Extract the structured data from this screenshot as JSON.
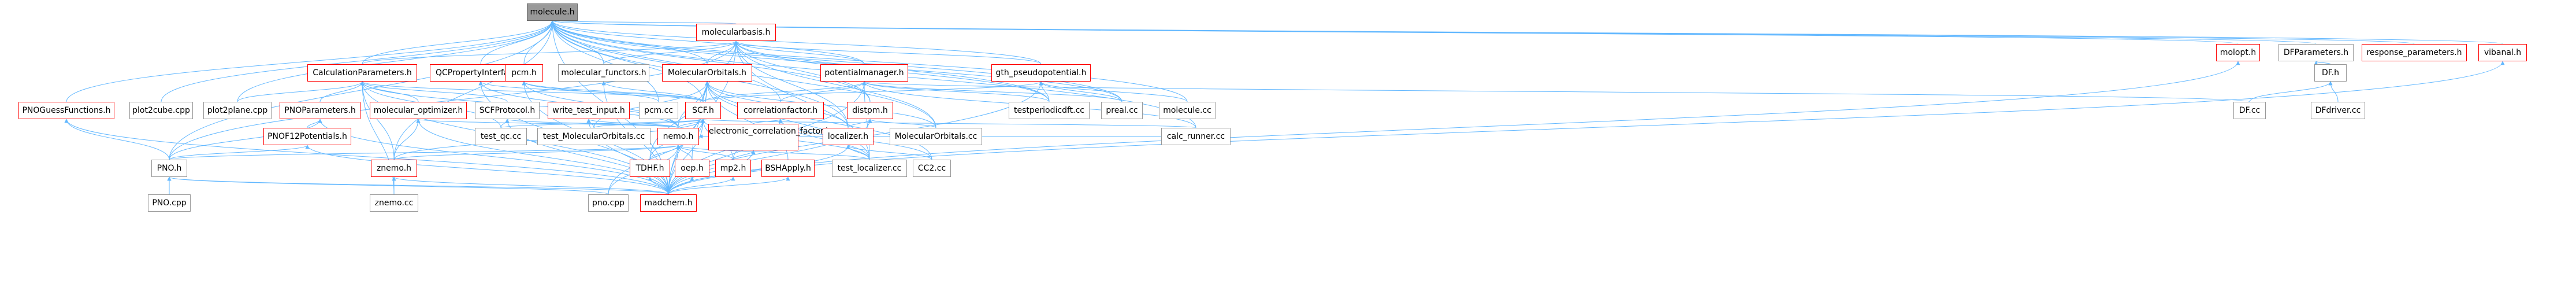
{
  "root": "molecule.h",
  "colors": {
    "edge": "#63B8FF",
    "root_fill": "#999999",
    "red_border": "#ff0000",
    "grey_border": "#999999"
  },
  "nodes": [
    {
      "id": "molecule_h",
      "label": "molecule.h",
      "style": "root"
    },
    {
      "id": "molecularbasis_h",
      "label": "molecularbasis.h",
      "style": "red"
    },
    {
      "id": "molopt_h",
      "label": "molopt.h",
      "style": "red"
    },
    {
      "id": "DFParameters_h",
      "label": "DFParameters.h",
      "style": "grey"
    },
    {
      "id": "response_parameters_h",
      "label": "response_parameters.h",
      "style": "red"
    },
    {
      "id": "vibanal_h",
      "label": "vibanal.h",
      "style": "red"
    },
    {
      "id": "CalculationParameters_h",
      "label": "CalculationParameters.h",
      "style": "red"
    },
    {
      "id": "QCPropertyInterface_h",
      "label": "QCPropertyInterface.h",
      "style": "red"
    },
    {
      "id": "pcm_h",
      "label": "pcm.h",
      "style": "red"
    },
    {
      "id": "molecular_functors_h",
      "label": "molecular_functors.h",
      "style": "grey"
    },
    {
      "id": "MolecularOrbitals_h",
      "label": "MolecularOrbitals.h",
      "style": "red"
    },
    {
      "id": "potentialmanager_h",
      "label": "potentialmanager.h",
      "style": "red"
    },
    {
      "id": "gth_pseudopotential_h",
      "label": "gth_pseudopotential.h",
      "style": "red"
    },
    {
      "id": "DF_h",
      "label": "DF.h",
      "style": "grey"
    },
    {
      "id": "PNOGuessFunctions_h",
      "label": "PNOGuessFunctions.h",
      "style": "red"
    },
    {
      "id": "plot2cube_cpp",
      "label": "plot2cube.cpp",
      "style": "grey"
    },
    {
      "id": "plot2plane_cpp",
      "label": "plot2plane.cpp",
      "style": "grey"
    },
    {
      "id": "PNOParameters_h",
      "label": "PNOParameters.h",
      "style": "red"
    },
    {
      "id": "molecular_optimizer_h",
      "label": "molecular_optimizer.h",
      "style": "red"
    },
    {
      "id": "SCFProtocol_h",
      "label": "SCFProtocol.h",
      "style": "grey"
    },
    {
      "id": "write_test_input_h",
      "label": "write_test_input.h",
      "style": "red"
    },
    {
      "id": "pcm_cc",
      "label": "pcm.cc",
      "style": "grey"
    },
    {
      "id": "SCF_h",
      "label": "SCF.h",
      "style": "red"
    },
    {
      "id": "correlationfactor_h",
      "label": "correlationfactor.h",
      "style": "red"
    },
    {
      "id": "distpm_h",
      "label": "distpm.h",
      "style": "red"
    },
    {
      "id": "testperiodicdft_cc",
      "label": "testperiodicdft.cc",
      "style": "grey"
    },
    {
      "id": "preal_cc",
      "label": "preal.cc",
      "style": "grey"
    },
    {
      "id": "molecule_cc",
      "label": "molecule.cc",
      "style": "grey"
    },
    {
      "id": "DF_cc",
      "label": "DF.cc",
      "style": "grey"
    },
    {
      "id": "DFdriver_cc",
      "label": "DFdriver.cc",
      "style": "grey"
    },
    {
      "id": "PNOF12Potentials_h",
      "label": "PNOF12Potentials.h",
      "style": "red"
    },
    {
      "id": "test_qc_cc",
      "label": "test_qc.cc",
      "style": "grey"
    },
    {
      "id": "test_MolecularOrbitals_cc",
      "label": "test_MolecularOrbitals.cc",
      "style": "grey"
    },
    {
      "id": "nemo_h",
      "label": "nemo.h",
      "style": "red"
    },
    {
      "id": "electronic_correlation_factor_h",
      "label": "electronic_correlation_factor.h",
      "style": "red"
    },
    {
      "id": "localizer_h",
      "label": "localizer.h",
      "style": "red"
    },
    {
      "id": "MolecularOrbitals_cc",
      "label": "MolecularOrbitals.cc",
      "style": "grey"
    },
    {
      "id": "calc_runner_cc",
      "label": "calc_runner.cc",
      "style": "grey"
    },
    {
      "id": "PNO_h",
      "label": "PNO.h",
      "style": "grey"
    },
    {
      "id": "znemo_h",
      "label": "znemo.h",
      "style": "red"
    },
    {
      "id": "TDHF_h",
      "label": "TDHF.h",
      "style": "red"
    },
    {
      "id": "oep_h",
      "label": "oep.h",
      "style": "red"
    },
    {
      "id": "mp2_h",
      "label": "mp2.h",
      "style": "red"
    },
    {
      "id": "BSHApply_h",
      "label": "BSHApply.h",
      "style": "red"
    },
    {
      "id": "test_localizer_cc",
      "label": "test_localizer.cc",
      "style": "grey"
    },
    {
      "id": "CC2_cc",
      "label": "CC2.cc",
      "style": "grey"
    },
    {
      "id": "PNO_cpp",
      "label": "PNO.cpp",
      "style": "grey"
    },
    {
      "id": "znemo_cc",
      "label": "znemo.cc",
      "style": "grey"
    },
    {
      "id": "pno_cpp",
      "label": "pno.cpp",
      "style": "grey"
    },
    {
      "id": "madchem_h",
      "label": "madchem.h",
      "style": "red"
    }
  ],
  "edges": [
    [
      "molecule_h",
      "molecularbasis_h"
    ],
    [
      "molecule_h",
      "molopt_h"
    ],
    [
      "molecule_h",
      "DFParameters_h"
    ],
    [
      "molecule_h",
      "response_parameters_h"
    ],
    [
      "molecule_h",
      "vibanal_h"
    ],
    [
      "molecule_h",
      "CalculationParameters_h"
    ],
    [
      "molecule_h",
      "QCPropertyInterface_h"
    ],
    [
      "molecule_h",
      "pcm_h"
    ],
    [
      "molecule_h",
      "molecular_functors_h"
    ],
    [
      "molecule_h",
      "MolecularOrbitals_h"
    ],
    [
      "molecule_h",
      "potentialmanager_h"
    ],
    [
      "molecule_h",
      "gth_pseudopotential_h"
    ],
    [
      "molecule_h",
      "PNOGuessFunctions_h"
    ],
    [
      "molecule_h",
      "plot2cube_cpp"
    ],
    [
      "molecule_h",
      "plot2plane_cpp"
    ],
    [
      "molecule_h",
      "SCF_h"
    ],
    [
      "molecule_h",
      "correlationfactor_h"
    ],
    [
      "molecule_h",
      "distpm_h"
    ],
    [
      "molecule_h",
      "testperiodicdft_cc"
    ],
    [
      "molecule_h",
      "preal_cc"
    ],
    [
      "molecule_h",
      "molecule_cc"
    ],
    [
      "molecule_h",
      "calc_runner_cc"
    ],
    [
      "molecule_h",
      "PNO_h"
    ],
    [
      "molecule_h",
      "localizer_h"
    ],
    [
      "molecule_h",
      "pcm_cc"
    ],
    [
      "molecule_h",
      "madchem_h"
    ],
    [
      "molecule_h",
      "znemo_h"
    ],
    [
      "molecule_h",
      "MolecularOrbitals_cc"
    ],
    [
      "molecularbasis_h",
      "CalculationParameters_h"
    ],
    [
      "molecularbasis_h",
      "MolecularOrbitals_h"
    ],
    [
      "molecularbasis_h",
      "potentialmanager_h"
    ],
    [
      "molecularbasis_h",
      "gth_pseudopotential_h"
    ],
    [
      "molecularbasis_h",
      "SCF_h"
    ],
    [
      "molecularbasis_h",
      "distpm_h"
    ],
    [
      "molecularbasis_h",
      "localizer_h"
    ],
    [
      "molecularbasis_h",
      "MolecularOrbitals_cc"
    ],
    [
      "molecularbasis_h",
      "testperiodicdft_cc"
    ],
    [
      "molecularbasis_h",
      "molecular_functors_h"
    ],
    [
      "molecularbasis_h",
      "preal_cc"
    ],
    [
      "molecularbasis_h",
      "madchem_h"
    ],
    [
      "molecularbasis_h",
      "test_localizer_cc"
    ],
    [
      "molecularbasis_h",
      "PNO_h"
    ],
    [
      "molopt_h",
      "madchem_h"
    ],
    [
      "DFParameters_h",
      "DF_h"
    ],
    [
      "DF_h",
      "DF_cc"
    ],
    [
      "DF_h",
      "DFdriver_cc"
    ],
    [
      "vibanal_h",
      "madchem_h"
    ],
    [
      "CalculationParameters_h",
      "PNOParameters_h"
    ],
    [
      "CalculationParameters_h",
      "molecular_optimizer_h"
    ],
    [
      "CalculationParameters_h",
      "SCFProtocol_h"
    ],
    [
      "CalculationParameters_h",
      "nemo_h"
    ],
    [
      "CalculationParameters_h",
      "SCF_h"
    ],
    [
      "CalculationParameters_h",
      "madchem_h"
    ],
    [
      "CalculationParameters_h",
      "znemo_h"
    ],
    [
      "CalculationParameters_h",
      "plot2plane_cpp"
    ],
    [
      "CalculationParameters_h",
      "test_qc_cc"
    ],
    [
      "CalculationParameters_h",
      "znemo_cc"
    ],
    [
      "QCPropertyInterface_h",
      "nemo_h"
    ],
    [
      "QCPropertyInterface_h",
      "SCF_h"
    ],
    [
      "QCPropertyInterface_h",
      "madchem_h"
    ],
    [
      "pcm_h",
      "pcm_cc"
    ],
    [
      "pcm_h",
      "SCF_h"
    ],
    [
      "pcm_h",
      "nemo_h"
    ],
    [
      "pcm_h",
      "madchem_h"
    ],
    [
      "molecular_functors_h",
      "SCF_h"
    ],
    [
      "molecular_functors_h",
      "madchem_h"
    ],
    [
      "MolecularOrbitals_h",
      "SCF_h"
    ],
    [
      "MolecularOrbitals_h",
      "nemo_h"
    ],
    [
      "MolecularOrbitals_h",
      "localizer_h"
    ],
    [
      "MolecularOrbitals_h",
      "MolecularOrbitals_cc"
    ],
    [
      "MolecularOrbitals_h",
      "test_MolecularOrbitals_cc"
    ],
    [
      "MolecularOrbitals_h",
      "BSHApply_h"
    ],
    [
      "MolecularOrbitals_h",
      "CC2_cc"
    ],
    [
      "MolecularOrbitals_h",
      "test_localizer_cc"
    ],
    [
      "MolecularOrbitals_h",
      "TDHF_h"
    ],
    [
      "MolecularOrbitals_h",
      "madchem_h"
    ],
    [
      "MolecularOrbitals_h",
      "oep_h"
    ],
    [
      "potentialmanager_h",
      "SCF_h"
    ],
    [
      "potentialmanager_h",
      "correlationfactor_h"
    ],
    [
      "potentialmanager_h",
      "testperiodicdft_cc"
    ],
    [
      "potentialmanager_h",
      "preal_cc"
    ],
    [
      "potentialmanager_h",
      "DF_cc"
    ],
    [
      "potentialmanager_h",
      "madchem_h"
    ],
    [
      "potentialmanager_h",
      "calc_runner_cc"
    ],
    [
      "potentialmanager_h",
      "test_localizer_cc"
    ],
    [
      "gth_pseudopotential_h",
      "SCF_h"
    ],
    [
      "gth_pseudopotential_h",
      "testperiodicdft_cc"
    ],
    [
      "gth_pseudopotential_h",
      "preal_cc"
    ],
    [
      "gth_pseudopotential_h",
      "molecule_cc"
    ],
    [
      "gth_pseudopotential_h",
      "madchem_h"
    ],
    [
      "PNOGuessFunctions_h",
      "PNO_h"
    ],
    [
      "PNOGuessFunctions_h",
      "madchem_h"
    ],
    [
      "PNOParameters_h",
      "PNOF12Potentials_h"
    ],
    [
      "PNOParameters_h",
      "PNO_h"
    ],
    [
      "PNOParameters_h",
      "madchem_h"
    ],
    [
      "PNOF12Potentials_h",
      "PNO_h"
    ],
    [
      "PNOF12Potentials_h",
      "madchem_h"
    ],
    [
      "molecular_optimizer_h",
      "nemo_h"
    ],
    [
      "molecular_optimizer_h",
      "znemo_h"
    ],
    [
      "molecular_optimizer_h",
      "madchem_h"
    ],
    [
      "SCFProtocol_h",
      "nemo_h"
    ],
    [
      "SCFProtocol_h",
      "test_qc_cc"
    ],
    [
      "SCFProtocol_h",
      "madchem_h"
    ],
    [
      "write_test_input_h",
      "test_MolecularOrbitals_cc"
    ],
    [
      "write_test_input_h",
      "nemo_h"
    ],
    [
      "write_test_input_h",
      "madchem_h"
    ],
    [
      "SCF_h",
      "nemo_h"
    ],
    [
      "SCF_h",
      "test_qc_cc"
    ],
    [
      "SCF_h",
      "test_MolecularOrbitals_cc"
    ],
    [
      "SCF_h",
      "calc_runner_cc"
    ],
    [
      "SCF_h",
      "mp2_h"
    ],
    [
      "SCF_h",
      "madchem_h"
    ],
    [
      "SCF_h",
      "pno_cpp"
    ],
    [
      "SCF_h",
      "test_localizer_cc"
    ],
    [
      "SCF_h",
      "TDHF_h"
    ],
    [
      "SCF_h",
      "znemo_h"
    ],
    [
      "correlationfactor_h",
      "electronic_correlation_factor_h"
    ],
    [
      "correlationfactor_h",
      "mp2_h"
    ],
    [
      "correlationfactor_h",
      "CC2_cc"
    ],
    [
      "correlationfactor_h",
      "test_localizer_cc"
    ],
    [
      "correlationfactor_h",
      "madchem_h"
    ],
    [
      "distpm_h",
      "localizer_h"
    ],
    [
      "distpm_h",
      "MolecularOrbitals_cc"
    ],
    [
      "distpm_h",
      "madchem_h"
    ],
    [
      "electronic_correlation_factor_h",
      "mp2_h"
    ],
    [
      "electronic_correlation_factor_h",
      "madchem_h"
    ],
    [
      "nemo_h",
      "znemo_h"
    ],
    [
      "nemo_h",
      "TDHF_h"
    ],
    [
      "nemo_h",
      "oep_h"
    ],
    [
      "nemo_h",
      "mp2_h"
    ],
    [
      "nemo_h",
      "madchem_h"
    ],
    [
      "nemo_h",
      "pno_cpp"
    ],
    [
      "nemo_h",
      "test_localizer_cc"
    ],
    [
      "nemo_h",
      "PNO_h"
    ],
    [
      "nemo_h",
      "calc_runner_cc"
    ],
    [
      "localizer_h",
      "test_localizer_cc"
    ],
    [
      "localizer_h",
      "CC2_cc"
    ],
    [
      "localizer_h",
      "madchem_h"
    ],
    [
      "PNO_h",
      "PNO_cpp"
    ],
    [
      "PNO_h",
      "pno_cpp"
    ],
    [
      "PNO_h",
      "madchem_h"
    ],
    [
      "znemo_h",
      "znemo_cc"
    ],
    [
      "znemo_h",
      "madchem_h"
    ],
    [
      "TDHF_h",
      "madchem_h"
    ],
    [
      "oep_h",
      "madchem_h"
    ],
    [
      "mp2_h",
      "madchem_h"
    ],
    [
      "BSHApply_h",
      "madchem_h"
    ]
  ]
}
